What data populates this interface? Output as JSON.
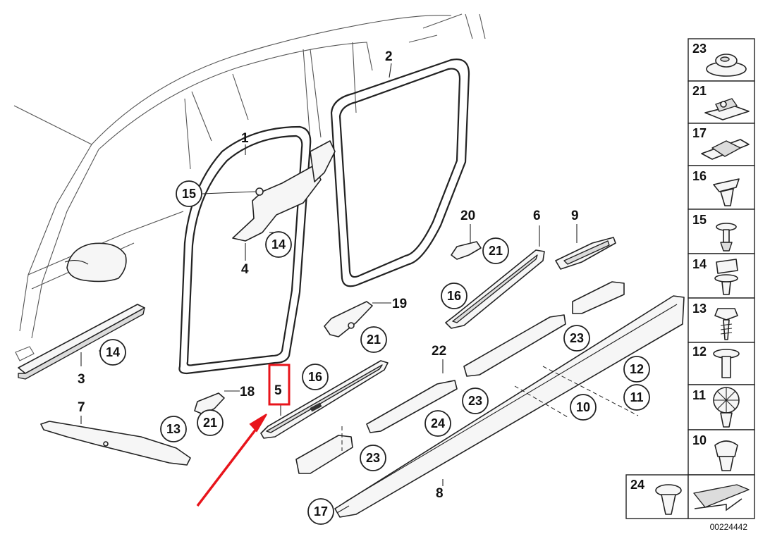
{
  "diagram": {
    "reference_number": "00224442",
    "colors": {
      "line": "#222222",
      "highlight": "#e8141b",
      "part_fill": "#f6f6f6",
      "part_shade": "#dcdcdc"
    },
    "callouts": {
      "p1": "1",
      "p2": "2",
      "p3": "3",
      "p4": "4",
      "p5": "5",
      "p6": "6",
      "p7": "7",
      "p8": "8",
      "p9": "9",
      "p18": "18",
      "p19": "19",
      "p20": "20",
      "p22": "22",
      "c15": "15",
      "c14a": "14",
      "c14b": "14",
      "c21a": "21",
      "c21b": "21",
      "c21c": "21",
      "c16a": "16",
      "c16b": "16",
      "c23a": "23",
      "c23b": "23",
      "c23c": "23",
      "c24": "24",
      "c13": "13",
      "c12": "12",
      "c11": "11",
      "c10": "10",
      "c17": "17"
    },
    "highlighted_part": "5",
    "sidebar": {
      "items": [
        "23",
        "21",
        "17",
        "16",
        "15",
        "14",
        "13",
        "12",
        "11",
        "10"
      ],
      "bottom_item": "24"
    }
  }
}
